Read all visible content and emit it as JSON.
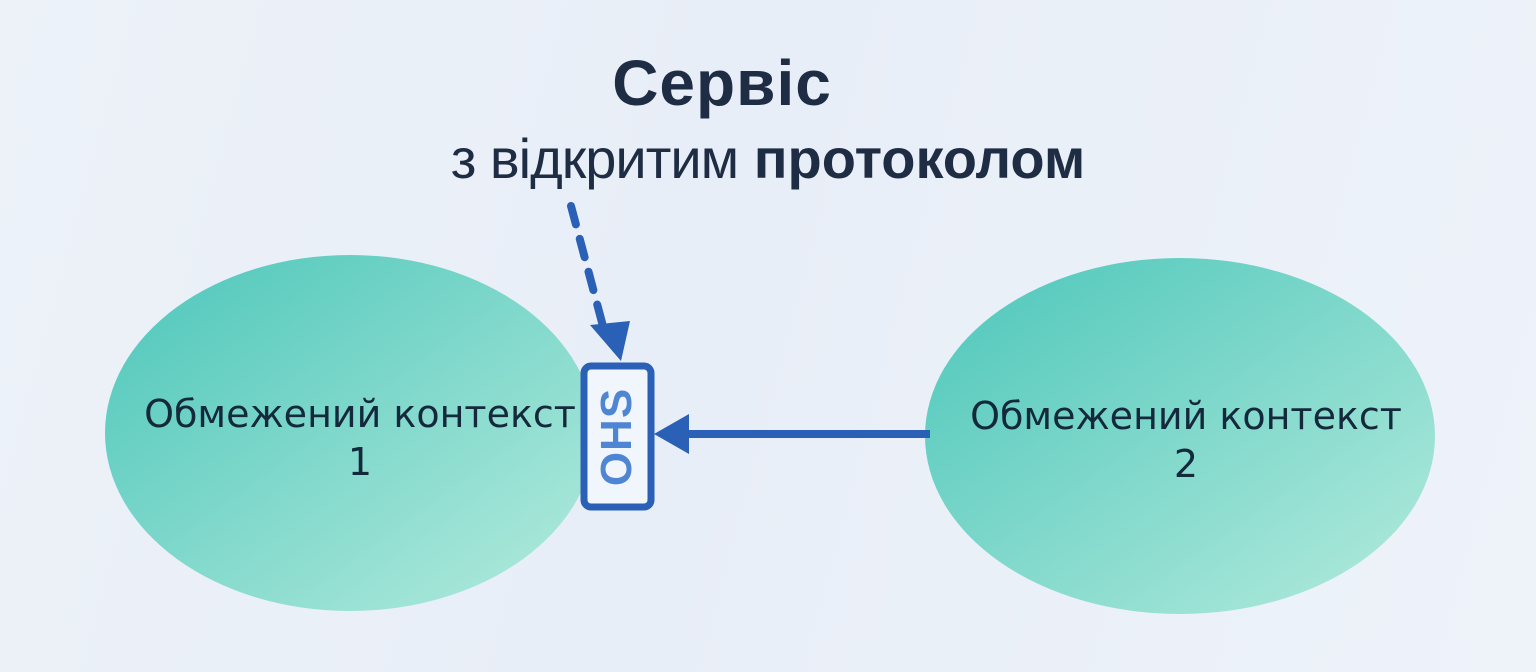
{
  "diagram": {
    "title": {
      "line1": "Сервіс",
      "line2_regular": "з відкритим",
      "line2_bold": "протоколом"
    },
    "service_box": {
      "label": "OHS"
    },
    "contexts": [
      {
        "label": "Обмежений контекст",
        "number": "1"
      },
      {
        "label": "Обмежений контекст",
        "number": "2"
      }
    ],
    "relations": [
      {
        "type": "dashed-arrow",
        "from": "title",
        "to": "service-box"
      },
      {
        "type": "solid-arrow",
        "from": "context-2",
        "to": "service-box"
      }
    ],
    "colors": {
      "background": "#eaf0f8",
      "accent_blue": "#2a60b6",
      "ohs_text": "#4f86d3",
      "title_text": "#1e2c44",
      "context_text": "#14293c",
      "context_gradient_start": "#4cc6ba",
      "context_gradient_end": "#b4ebdd",
      "box_fill": "#f1f6fd"
    }
  }
}
